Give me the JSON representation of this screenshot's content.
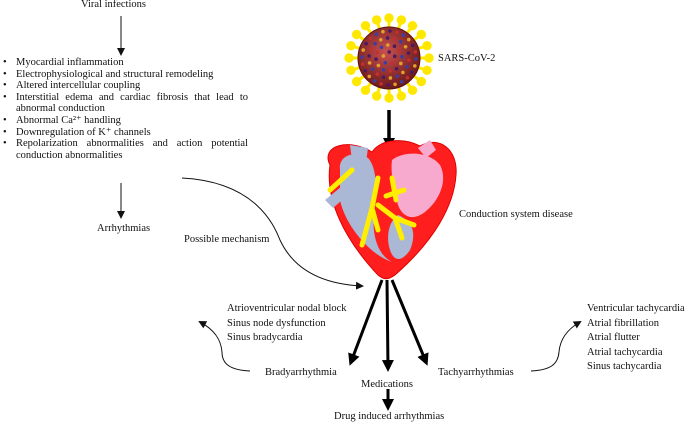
{
  "labels": {
    "viral_infections": "Viral infections",
    "sars_cov_2": "SARS-CoV-2",
    "arrhythmias": "Arrhythmias",
    "possible_mechanism": "Possible mechanism",
    "conduction_system_disease": "Conduction system disease",
    "bradyarrhythmia": "Bradyarrhythmia",
    "tachyarrhythmias": "Tachyarrhythmias",
    "medications": "Medications",
    "drug_induced": "Drug induced arrhythmias"
  },
  "mechanisms": [
    "Myocardial inflammation",
    "Electrophysiological and structural remodeling",
    "Altered intercellular coupling",
    "Interstitial edema and cardiac fibrosis that lead to abnormal conduction",
    "Abnormal Ca²⁺ handling",
    "Downregulation of K⁺ channels",
    "Repolarization abnormalities and action potential conduction abnormalities"
  ],
  "brady_types": [
    "Atrioventricular nodal block",
    "Sinus node dysfunction",
    "Sinus bradycardia"
  ],
  "tachy_types": [
    "Ventricular tachycardia",
    "Atrial fibrillation",
    "Atrial flutter",
    "Atrial tachycardia",
    "Sinus tachycardia"
  ],
  "colors": {
    "heart_red": "#ff1e1e",
    "chamber_blue": "#aab8d6",
    "chamber_pink": "#f7aacd",
    "conduction_yellow": "#ffee00",
    "virus_body": "#9b2c2c",
    "spike_yellow": "#ffe800"
  }
}
